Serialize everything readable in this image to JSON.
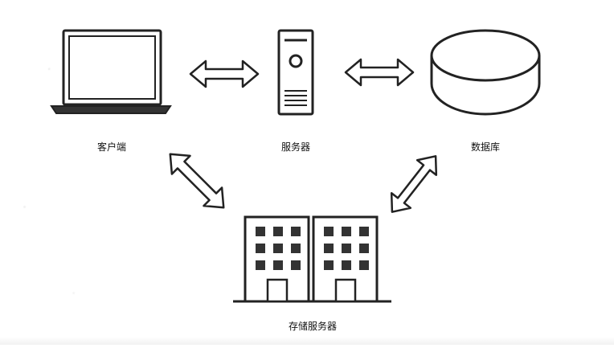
{
  "nodes": {
    "client": {
      "label": "客户端",
      "icon": "laptop-icon"
    },
    "server": {
      "label": "服务器",
      "icon": "server-tower-icon"
    },
    "database": {
      "label": "数据库",
      "icon": "database-cylinder-icon"
    },
    "storage": {
      "label": "存储服务器",
      "icon": "office-buildings-icon"
    }
  },
  "edges": [
    {
      "from": "client",
      "to": "server",
      "direction": "bidirectional"
    },
    {
      "from": "server",
      "to": "database",
      "direction": "bidirectional"
    },
    {
      "from": "client",
      "to": "storage",
      "direction": "bidirectional"
    },
    {
      "from": "database",
      "to": "storage",
      "direction": "bidirectional"
    }
  ],
  "colors": {
    "stroke": "#222222",
    "fill": "#ffffff",
    "text": "#111111"
  }
}
